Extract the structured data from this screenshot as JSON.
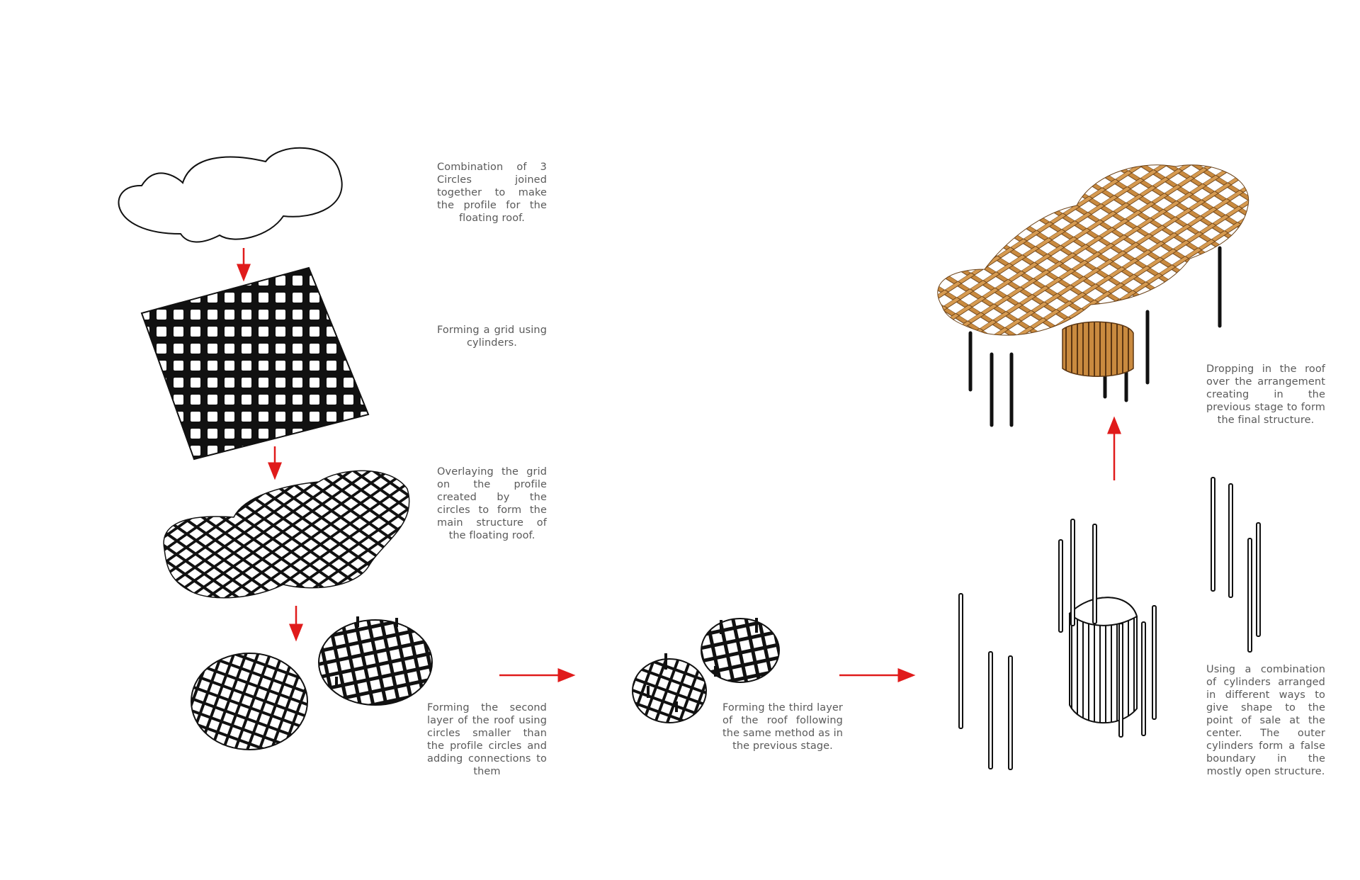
{
  "captions": {
    "step1": "Combination of 3 Circles joined together to make the profile for the floating roof.",
    "step2": "Forming a grid using cylinders.",
    "step3": "Overlaying the grid on the profile created by the circles to form the main structure of the floating roof.",
    "step4": "Forming the second layer of the roof using circles smaller than the profile circles and adding connections to them",
    "step5": "Forming the third layer of the roof following the same method as in the previous stage.",
    "step6": "Using a combination of cylinders arranged in different ways to give shape to the point of sale at the center. The outer cylinders form a false boundary in the mostly open structure.",
    "step7": "Dropping in the roof over the arrangement creating in the previous stage to form the final structure."
  },
  "colors": {
    "arrow": "#e01b1b",
    "line": "#111111",
    "timber": "#c98a3f",
    "timber_dark": "#6b4218"
  }
}
